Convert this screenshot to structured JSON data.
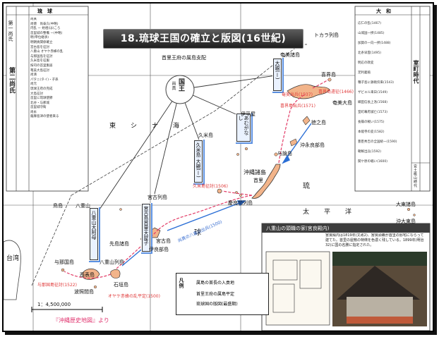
{
  "title": "18.琉球王国の確立と版図(16世紀)",
  "left_table": {
    "heading": "琉　球",
    "era_label": "第二尚氏",
    "sub_label": "第一尚氏",
    "rows": [
      "尚真",
      "尚徳　尚泰久(中略)",
      "内乱 ー 始祖(は)ころ",
      "首里城の整備 ー(中略)",
      "明(帝位継承)",
      "明朝貢関係確立",
      "宮古島を征討",
      "八重山 オヤケ赤蜂の乱",
      "与那国島を征討",
      "久米島を征服",
      "按司の首里集居",
      "奄美大島征討",
      "尚清",
      "パタニ(タイ)・子孫",
      "尚元",
      "琉球王府の完成",
      "大島征討",
      "首里に琉球使節",
      "北谷・与那城",
      "首里城守衛",
      "尚永",
      "薩摩島津の使者来る"
    ]
  },
  "right_table": {
    "heading": "大　和",
    "era_labels": [
      "室町時代",
      "安土桃山時代"
    ],
    "rows": [
      "応仁の乱(1467)",
      "山城国一揆(1485)",
      "加賀の一向一揆(1488)",
      "北条早雲(1495)",
      "明応の政変",
      "足利義稙",
      "種子島に鉄砲伝来(1543)",
      "ザビエル来日(1549)",
      "織田信長上洛(1568)",
      "室町幕府滅亡(1573)",
      "長篠の戦い(1575)",
      "本能寺の変(1582)",
      "豊臣秀吉の全国統一(1590)",
      "朝鮮出兵(1592)",
      "関ケ原の戦い(1600)"
    ]
  },
  "map": {
    "sea_labels": [
      "東　シ　ナ　海",
      "太　平　洋"
    ],
    "place_labels": {
      "amami": "奄美諸島",
      "amami_oshima": "奄美大島",
      "kikaijima": "喜界島",
      "tokunoshima": "徳之島",
      "okinoerabu": "沖永良部島",
      "yoron": "与論島",
      "iheya": "伊平屋",
      "okinawa": "沖縄諸島",
      "shuri": "首里",
      "kumejima": "久米島",
      "miyako_islands": "宮古列島",
      "miyako": "宮古島",
      "irabu": "伊良部島",
      "senkaku": "先島諸島",
      "yaeyama": "八重山",
      "yaeyama_islands": "八重山列島",
      "ishigaki": "石垣島",
      "iriomote": "西表島",
      "yonaguni": "与那国島",
      "hateruma": "波照間島",
      "taiwan": "台湾",
      "daito": "大東諸島",
      "okidaito": "沖大東島",
      "kerama": "慶良間列島",
      "toshima": "鳥島",
      "tokara": "トカラ列島",
      "ryu": "琉",
      "kyu": "球"
    },
    "center_node": {
      "label": "国王",
      "sublabel": "尚真"
    },
    "hub_caption": "首里王府の属島支配",
    "boxes": {
      "amami": "大親(ー)",
      "iheya": "あむがなし",
      "kume": "久米島 大親(ー)",
      "miyako": "宮古島首里大屋子",
      "yaeyama": "八重山大阿母"
    },
    "events": {
      "amami_1": "奄美出兵(1537)",
      "amami_2": "喜界島遠征(1466)",
      "kikai": "喜界島出兵(1571)",
      "kumejima": "久米島征討(1506)",
      "oyake": "オヤケ赤蜂の乱平定(1500)",
      "yonaguni": "与那国島征討(1522)",
      "yaeyama_route": "尚真の八重山出兵(1500)",
      "1500": "1500"
    }
  },
  "legend": {
    "title": "凡例",
    "items": [
      {
        "label": "属島の首長の入貢地"
      },
      {
        "label": "首里王府の属島平定"
      },
      {
        "label": "琉球国の版図(最盛期)"
      }
    ]
  },
  "photo": {
    "caption_title": "八重山の頭職の家(宮良殿内)",
    "caption_text": "宮良殿内は1819年(文政2)、宮良頭職が首里の邸宅にならって建てた。首里の屋敷の特徴を色濃く残している。1899年(明治32)に国の名勝に指定された。"
  },
  "scale": "1：4,500,000",
  "source": "『沖縄歴史地図』より"
}
